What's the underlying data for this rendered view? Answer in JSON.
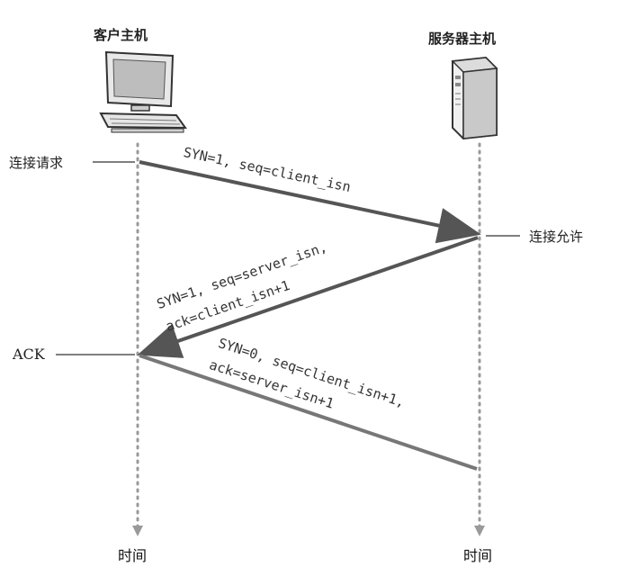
{
  "client": {
    "title": "客户主机",
    "time_label": "时间",
    "icon": "computer-icon"
  },
  "server": {
    "title": "服务器主机",
    "time_label": "时间",
    "icon": "server-icon"
  },
  "events": {
    "connect_request": "连接请求",
    "connect_granted": "连接允许",
    "ack": "ACK"
  },
  "messages": [
    {
      "lines": [
        "SYN=1, seq=client_isn"
      ],
      "direction": "client-to-server"
    },
    {
      "lines": [
        "SYN=1, seq=server_isn,",
        "ack=client_isn+1"
      ],
      "direction": "server-to-client"
    },
    {
      "lines": [
        "SYN=0, seq=client_isn+1,",
        "ack=server_isn+1"
      ],
      "direction": "client-to-server"
    }
  ],
  "colors": {
    "arrow": "#555555",
    "timeline": "#9a9a9a"
  }
}
